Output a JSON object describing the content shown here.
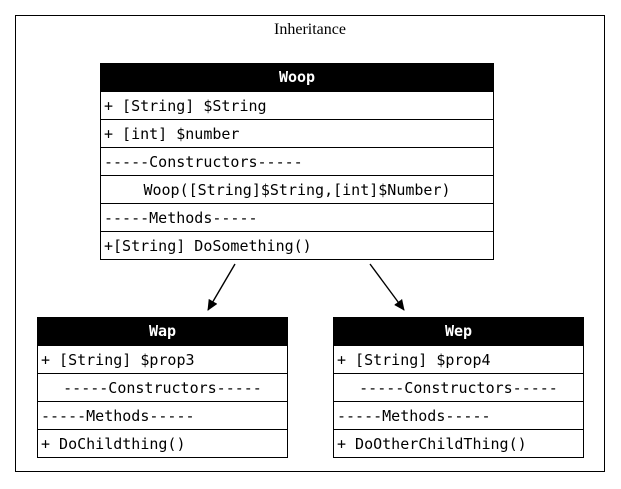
{
  "diagram": {
    "title": "Inheritance",
    "classes": {
      "woop": {
        "name": "Woop",
        "prop1": "+ [String] $String",
        "prop2": "+ [int] $number",
        "constructors_sep": "-----Constructors-----",
        "constructor": "Woop([String]$String,[int]$Number)",
        "methods_sep": "-----Methods-----",
        "method": "+[String] DoSomething()"
      },
      "wap": {
        "name": "Wap",
        "prop": "+ [String] $prop3",
        "constructors_sep": "-----Constructors-----",
        "methods_sep": "-----Methods-----",
        "method": "+ DoChildthing()"
      },
      "wep": {
        "name": "Wep",
        "prop": "+ [String] $prop4",
        "constructors_sep": "-----Constructors-----",
        "methods_sep": "-----Methods-----",
        "method": "+ DoOtherChildThing()"
      }
    },
    "edges": [
      {
        "from": "Woop",
        "to": "Wap"
      },
      {
        "from": "Woop",
        "to": "Wep"
      }
    ]
  }
}
